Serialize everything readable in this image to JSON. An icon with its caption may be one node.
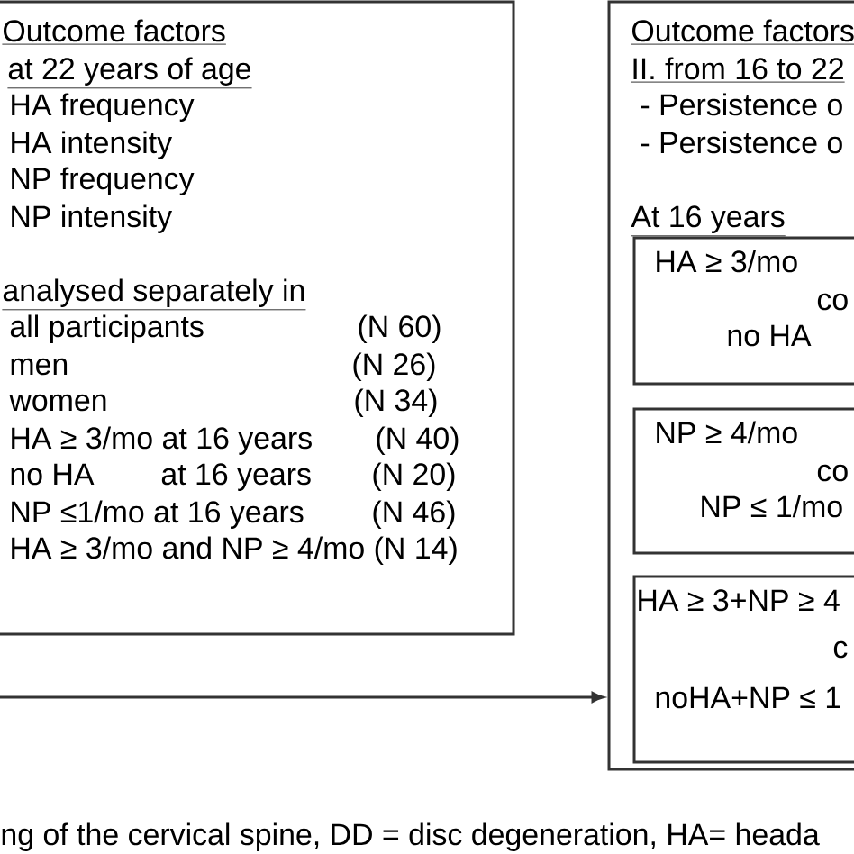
{
  "diagram": {
    "caption": "ng of the cervical spine, DD = disc degeneration, HA= heada",
    "nodes": [
      {
        "text": [
          "Outcome factors",
          "at 22 years of age",
          "HA frequency",
          "HA intensity",
          "NP frequency",
          "NP intensity",
          "analysed separately in",
          "all participants",
          "(N 60)",
          "men",
          "(N 26)",
          "women",
          "(N 34)",
          "HA ≥ 3/mo at 16 years",
          "(N 40)",
          "no HA",
          "at 16 years",
          "(N 20)",
          "NP ≤1/mo at 16 years",
          "(N 46)",
          "HA ≥ 3/mo and NP ≥ 4/mo (N 14)"
        ]
      },
      {
        "text": [
          "Outcome factors",
          "II. from 16 to 22",
          "- Persistence o",
          "- Persistence o",
          "At 16 years"
        ]
      },
      {
        "text": [
          "HA ≥ 3/mo",
          "co",
          "no HA"
        ],
        "in": 1
      },
      {
        "text": [
          "NP ≥ 4/mo",
          "co",
          "NP ≤ 1/mo"
        ],
        "in": 1
      },
      {
        "text": [
          "HA ≥ 3+NP ≥ 4",
          "c",
          "noHA+NP ≤ 1"
        ],
        "in": 1
      }
    ],
    "edges": [
      {
        "from": null,
        "to": 1,
        "arrow": "to"
      }
    ]
  }
}
